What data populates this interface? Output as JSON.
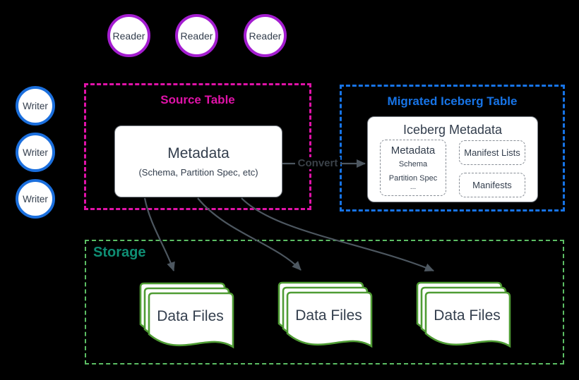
{
  "colors": {
    "background": "#000000",
    "reader_stroke": "#A41DD0",
    "writer_stroke": "#1B6FDD",
    "source_accent": "#E012A8",
    "iceberg_accent": "#1774E7",
    "storage_border": "#5CBE64",
    "storage_title": "#0F8E74",
    "datafile_stroke": "#4F9C34",
    "node_fill": "#FFFFFF",
    "node_border": "#7F858D",
    "inner_dashed_border": "#878D95",
    "text_dark": "#333E4D",
    "arrow": "#4D5760",
    "convert_text": "#3A4148"
  },
  "readers": [
    "Reader",
    "Reader",
    "Reader"
  ],
  "writers": [
    "Writer",
    "Writer",
    "Writer"
  ],
  "source_table": {
    "title": "Source Table",
    "metadata_title": "Metadata",
    "metadata_subtitle": "(Schema, Partition Spec, etc)"
  },
  "convert": {
    "label": "Convert"
  },
  "iceberg_table": {
    "title": "Migrated Iceberg Table",
    "box_title": "Iceberg Metadata",
    "metadata": {
      "title": "Metadata",
      "items": [
        "Schema",
        "Partition Spec",
        "..."
      ]
    },
    "manifest_lists": "Manifest Lists",
    "manifests": "Manifests"
  },
  "storage": {
    "title": "Storage",
    "stacks": [
      "Data Files",
      "Data Files",
      "Data Files"
    ]
  }
}
